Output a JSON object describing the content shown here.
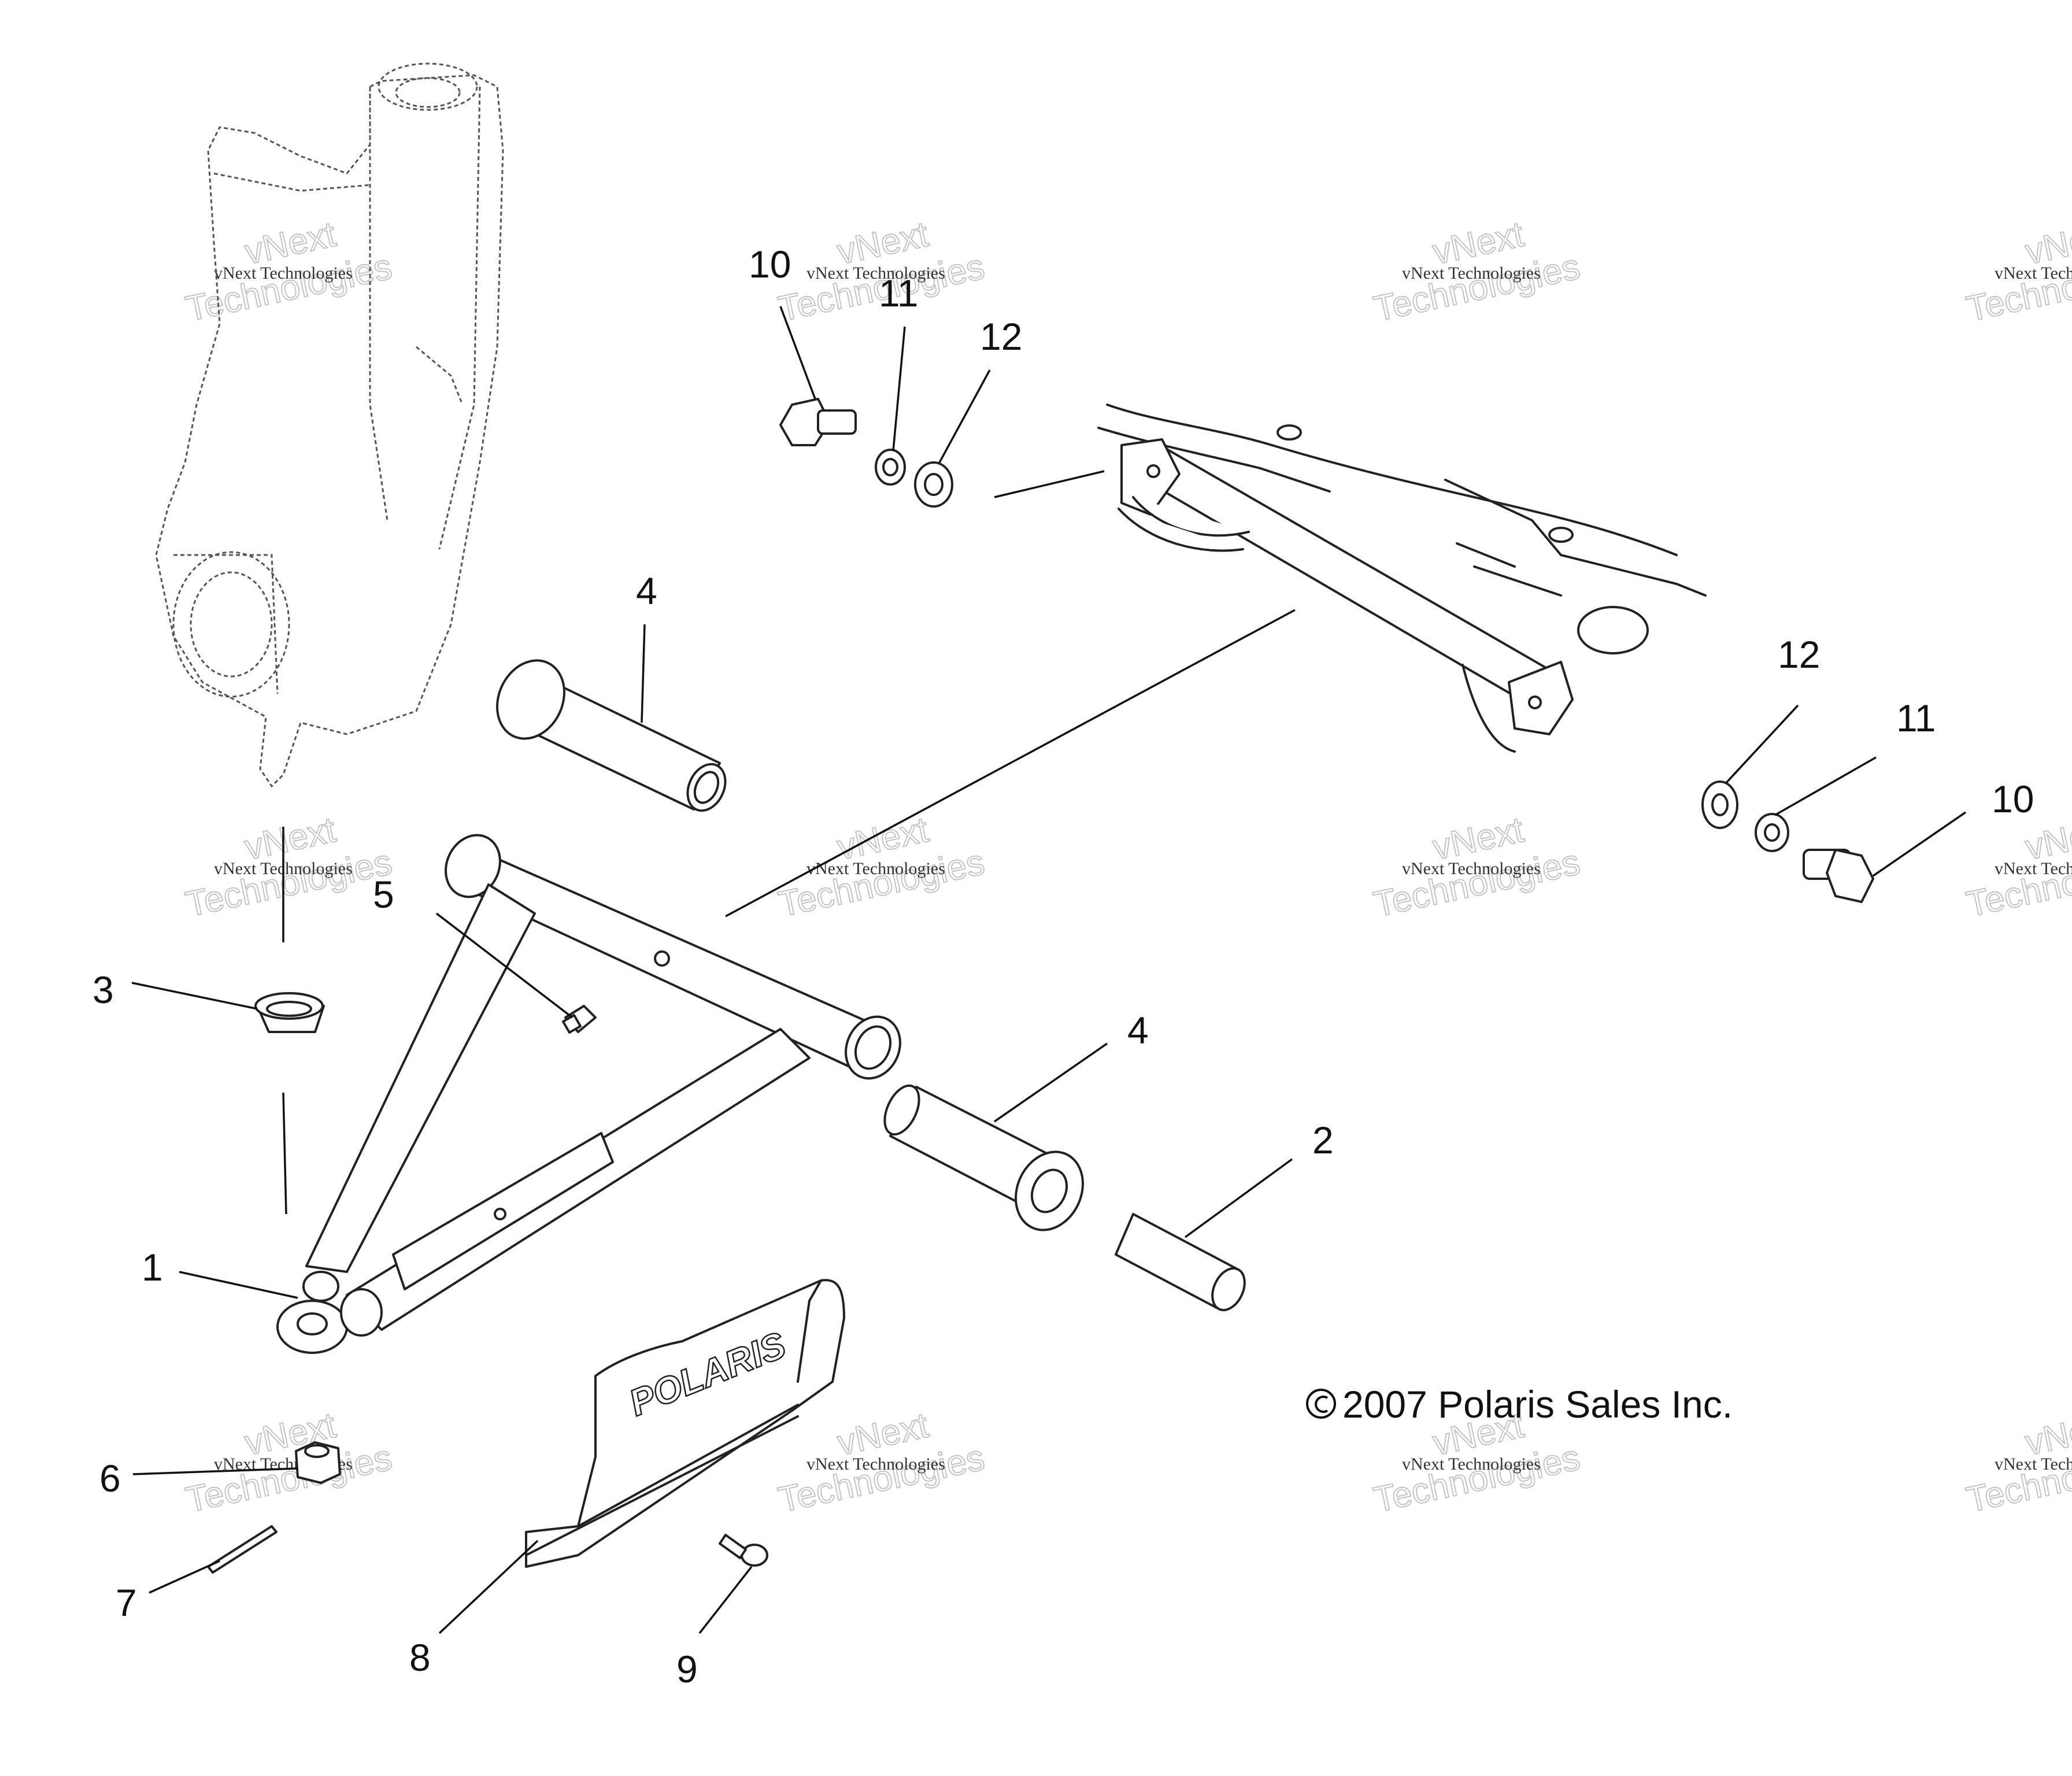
{
  "callouts": [
    {
      "id": "1",
      "text": "1"
    },
    {
      "id": "2",
      "text": "2"
    },
    {
      "id": "3",
      "text": "3"
    },
    {
      "id": "4a",
      "text": "4"
    },
    {
      "id": "4b",
      "text": "4"
    },
    {
      "id": "5",
      "text": "5"
    },
    {
      "id": "6",
      "text": "6"
    },
    {
      "id": "7",
      "text": "7"
    },
    {
      "id": "8",
      "text": "8"
    },
    {
      "id": "9",
      "text": "9"
    },
    {
      "id": "10a",
      "text": "10"
    },
    {
      "id": "11a",
      "text": "11"
    },
    {
      "id": "12a",
      "text": "12"
    },
    {
      "id": "12b",
      "text": "12"
    },
    {
      "id": "11b",
      "text": "11"
    },
    {
      "id": "10b",
      "text": "10"
    }
  ],
  "copyright": "2007 Polaris Sales Inc.",
  "copyright_symbol": "©",
  "logo_text": "POLARIS",
  "watermark": {
    "name": "vNext Technologies",
    "big_line1": "vNext",
    "big_line2": "Technologies"
  }
}
